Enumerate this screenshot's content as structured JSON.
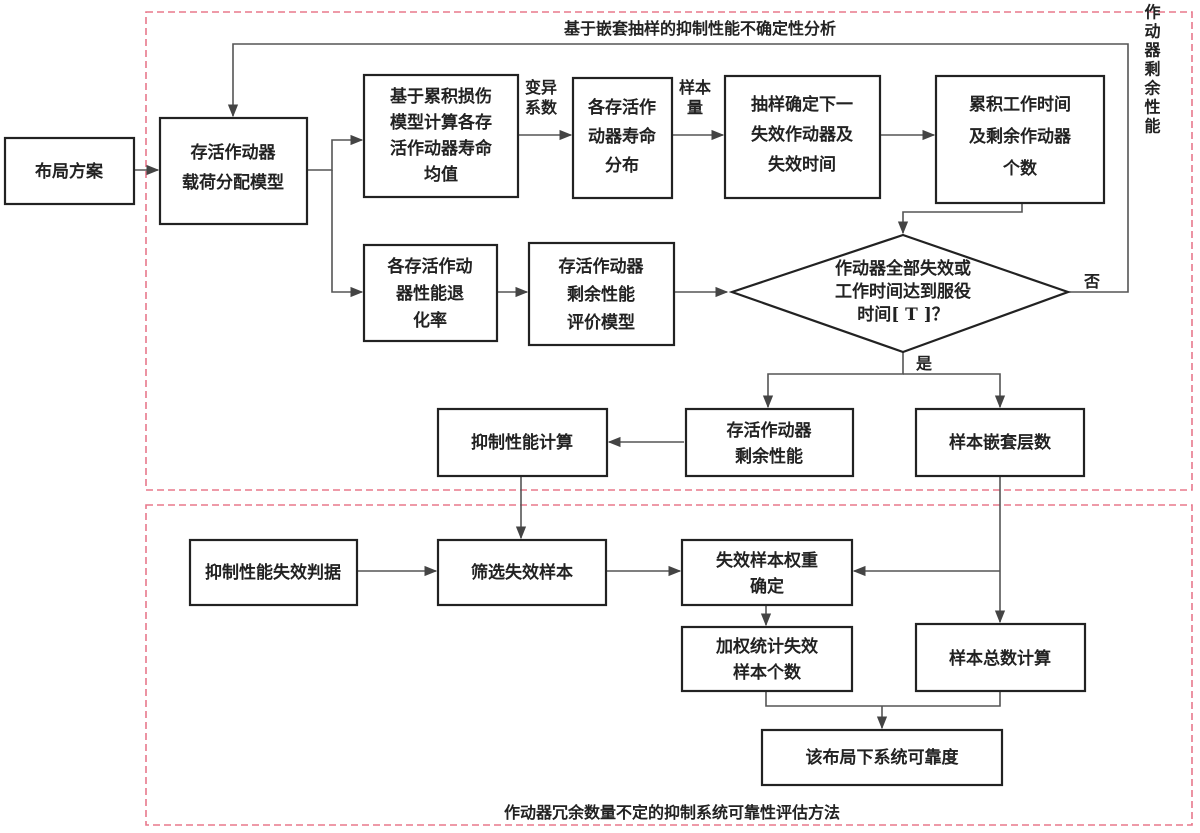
{
  "frames": {
    "top_title": "基于嵌套抽样的抑制性能不确定性分析",
    "bottom_title": "作动器冗余数量不定的抑制系统可靠性评估方法"
  },
  "nodes": {
    "layout_scheme": [
      "布局方案"
    ],
    "load_model": [
      "存活作动器",
      "载荷分配模型"
    ],
    "life_mean": [
      "基于累积损伤",
      "模型计算各存",
      "活作动器寿命",
      "均值"
    ],
    "life_dist": [
      "各存活作",
      "动器寿命",
      "分布"
    ],
    "sample_next": [
      "抽样确定下一",
      "失效作动器及",
      "失效时间"
    ],
    "cum_time": [
      "累积工作时间",
      "及剩余作动器",
      "个数"
    ],
    "degradation": [
      "各存活作动",
      "器性能退",
      "化率"
    ],
    "residual_model": [
      "存活作动器",
      "剩余性能",
      "评价模型"
    ],
    "decision": [
      "作动器全部失效或",
      "工作时间达到服役",
      "时间[ T ]？"
    ],
    "suppression_calc": [
      "抑制性能计算"
    ],
    "residual_perf": [
      "存活作动器",
      "剩余性能"
    ],
    "nest_levels": [
      "样本嵌套层数"
    ],
    "failure_criterion": [
      "抑制性能失效判据"
    ],
    "filter_failed": [
      "筛选失效样本"
    ],
    "weight_determine": [
      "失效样本权重",
      "确定"
    ],
    "weighted_count": [
      "加权统计失效",
      "样本个数"
    ],
    "total_samples": [
      "样本总数计算"
    ],
    "reliability": [
      "该布局下系统可靠度"
    ]
  },
  "edge_labels": {
    "variation_coef": [
      "变异",
      "系数"
    ],
    "sample_size": [
      "样本",
      "量"
    ],
    "residual_side": "作动器剩余性能",
    "no": "否",
    "yes": "是"
  }
}
